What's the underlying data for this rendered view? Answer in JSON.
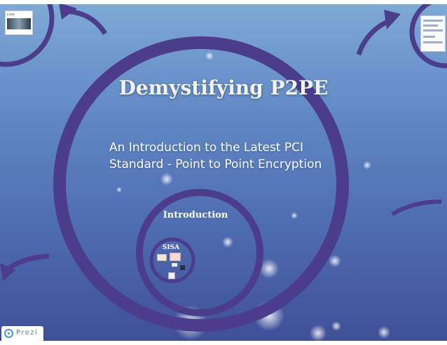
{
  "presentation": {
    "title": "Demystifying P2PE",
    "subtitle_line1": "An Introduction to the Latest PCI",
    "subtitle_line2": "Standard - Point to Point Encryption",
    "frames": [
      {
        "label": "Introduction"
      },
      {
        "label": "SISA"
      }
    ]
  },
  "thumbnail_top_left": {
    "header_text": "P2PE"
  },
  "branding": {
    "logo_text": "Prezi"
  },
  "colors": {
    "background_top": "#7da9d6",
    "background_bottom": "#3f4f98",
    "ring": "#4b3d8c",
    "title": "#f2f4e6",
    "brand": "#4a9bc4"
  }
}
